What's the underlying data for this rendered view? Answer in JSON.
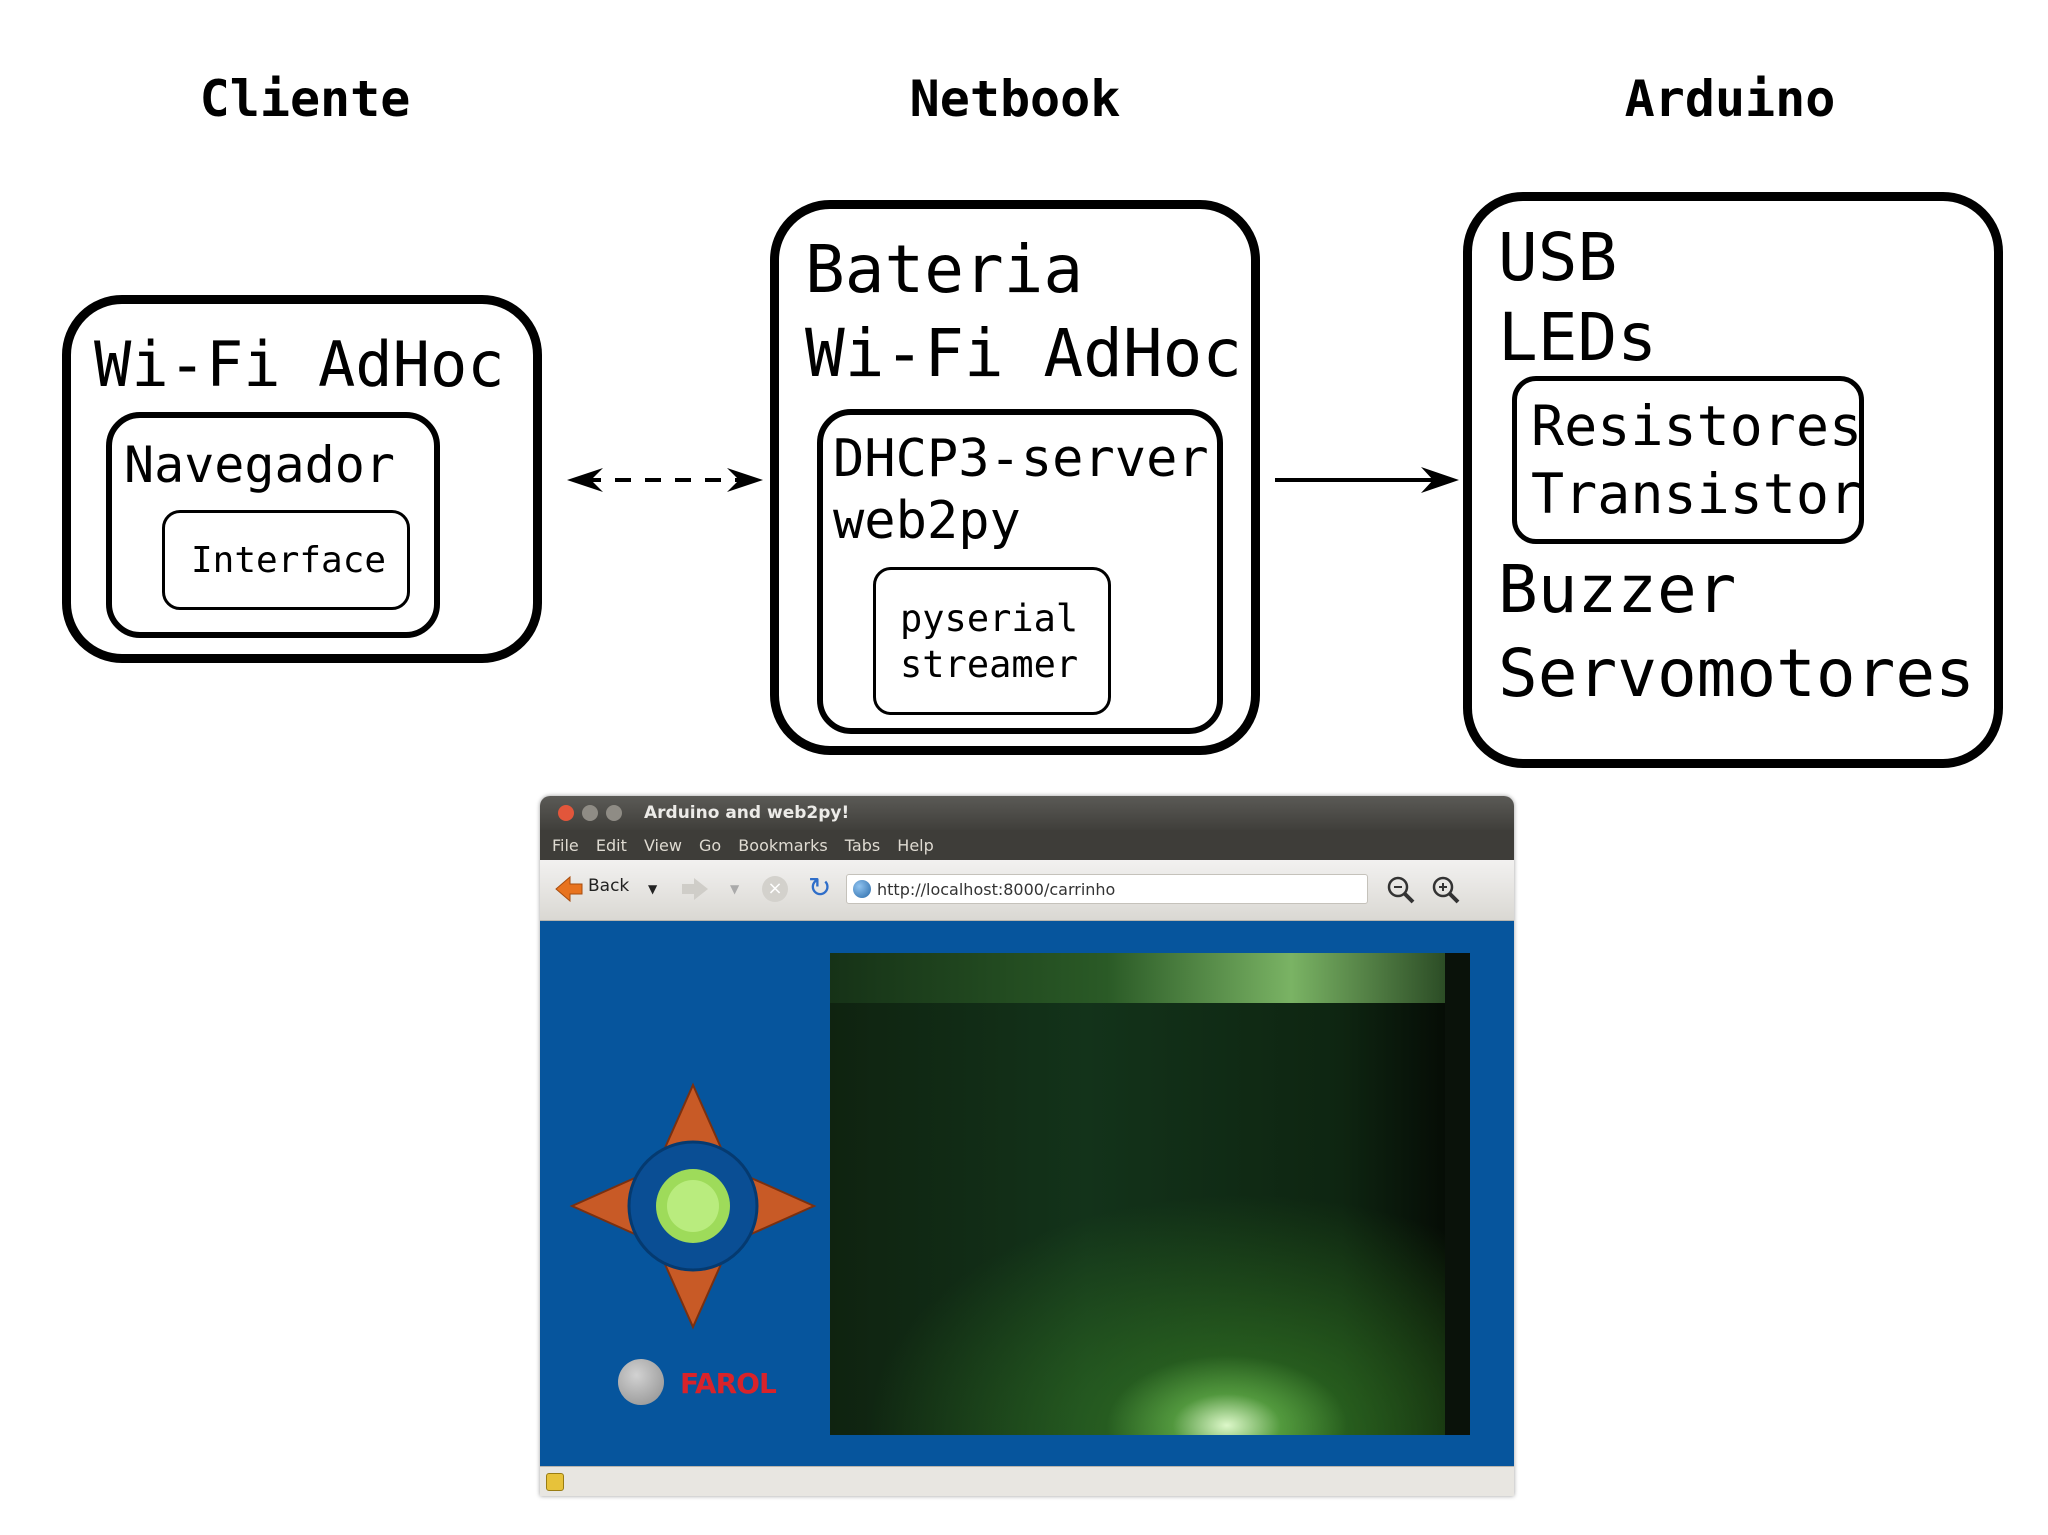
{
  "columns": {
    "client": "Cliente",
    "netbook": "Netbook",
    "arduino": "Arduino"
  },
  "client_box": {
    "line1": "Wi-Fi AdHoc",
    "inner_title": "Navegador",
    "small_title": "Interface"
  },
  "netbook_box": {
    "line1": "Bateria",
    "line2": "Wi-Fi AdHoc",
    "inner_line1": "DHCP3-server",
    "inner_line2": "web2py",
    "small_line1": "pyserial",
    "small_line2": "streamer"
  },
  "arduino_box": {
    "line1": "USB",
    "line2": "LEDs",
    "inner_line1": "Resistores",
    "inner_line2": "Transistor",
    "line3": "Buzzer",
    "line4": "Servomotores"
  },
  "browser": {
    "title": "Arduino and web2py!",
    "menu": [
      "File",
      "Edit",
      "View",
      "Go",
      "Bookmarks",
      "Tabs",
      "Help"
    ],
    "back_label": "Back",
    "url": "http://localhost:8000/carrinho",
    "headlight_label": "FAROL"
  },
  "colors": {
    "content_bg": "#06559d",
    "pad_orange": "#c85a26",
    "pad_center": "#9edb5a",
    "farol_red": "#d8232a"
  },
  "icons": [
    "close-icon",
    "minimize-icon",
    "maximize-icon",
    "back-arrow-icon",
    "forward-arrow-icon",
    "stop-icon",
    "reload-icon",
    "globe-icon",
    "zoom-out-icon",
    "zoom-in-icon",
    "lock-icon"
  ]
}
